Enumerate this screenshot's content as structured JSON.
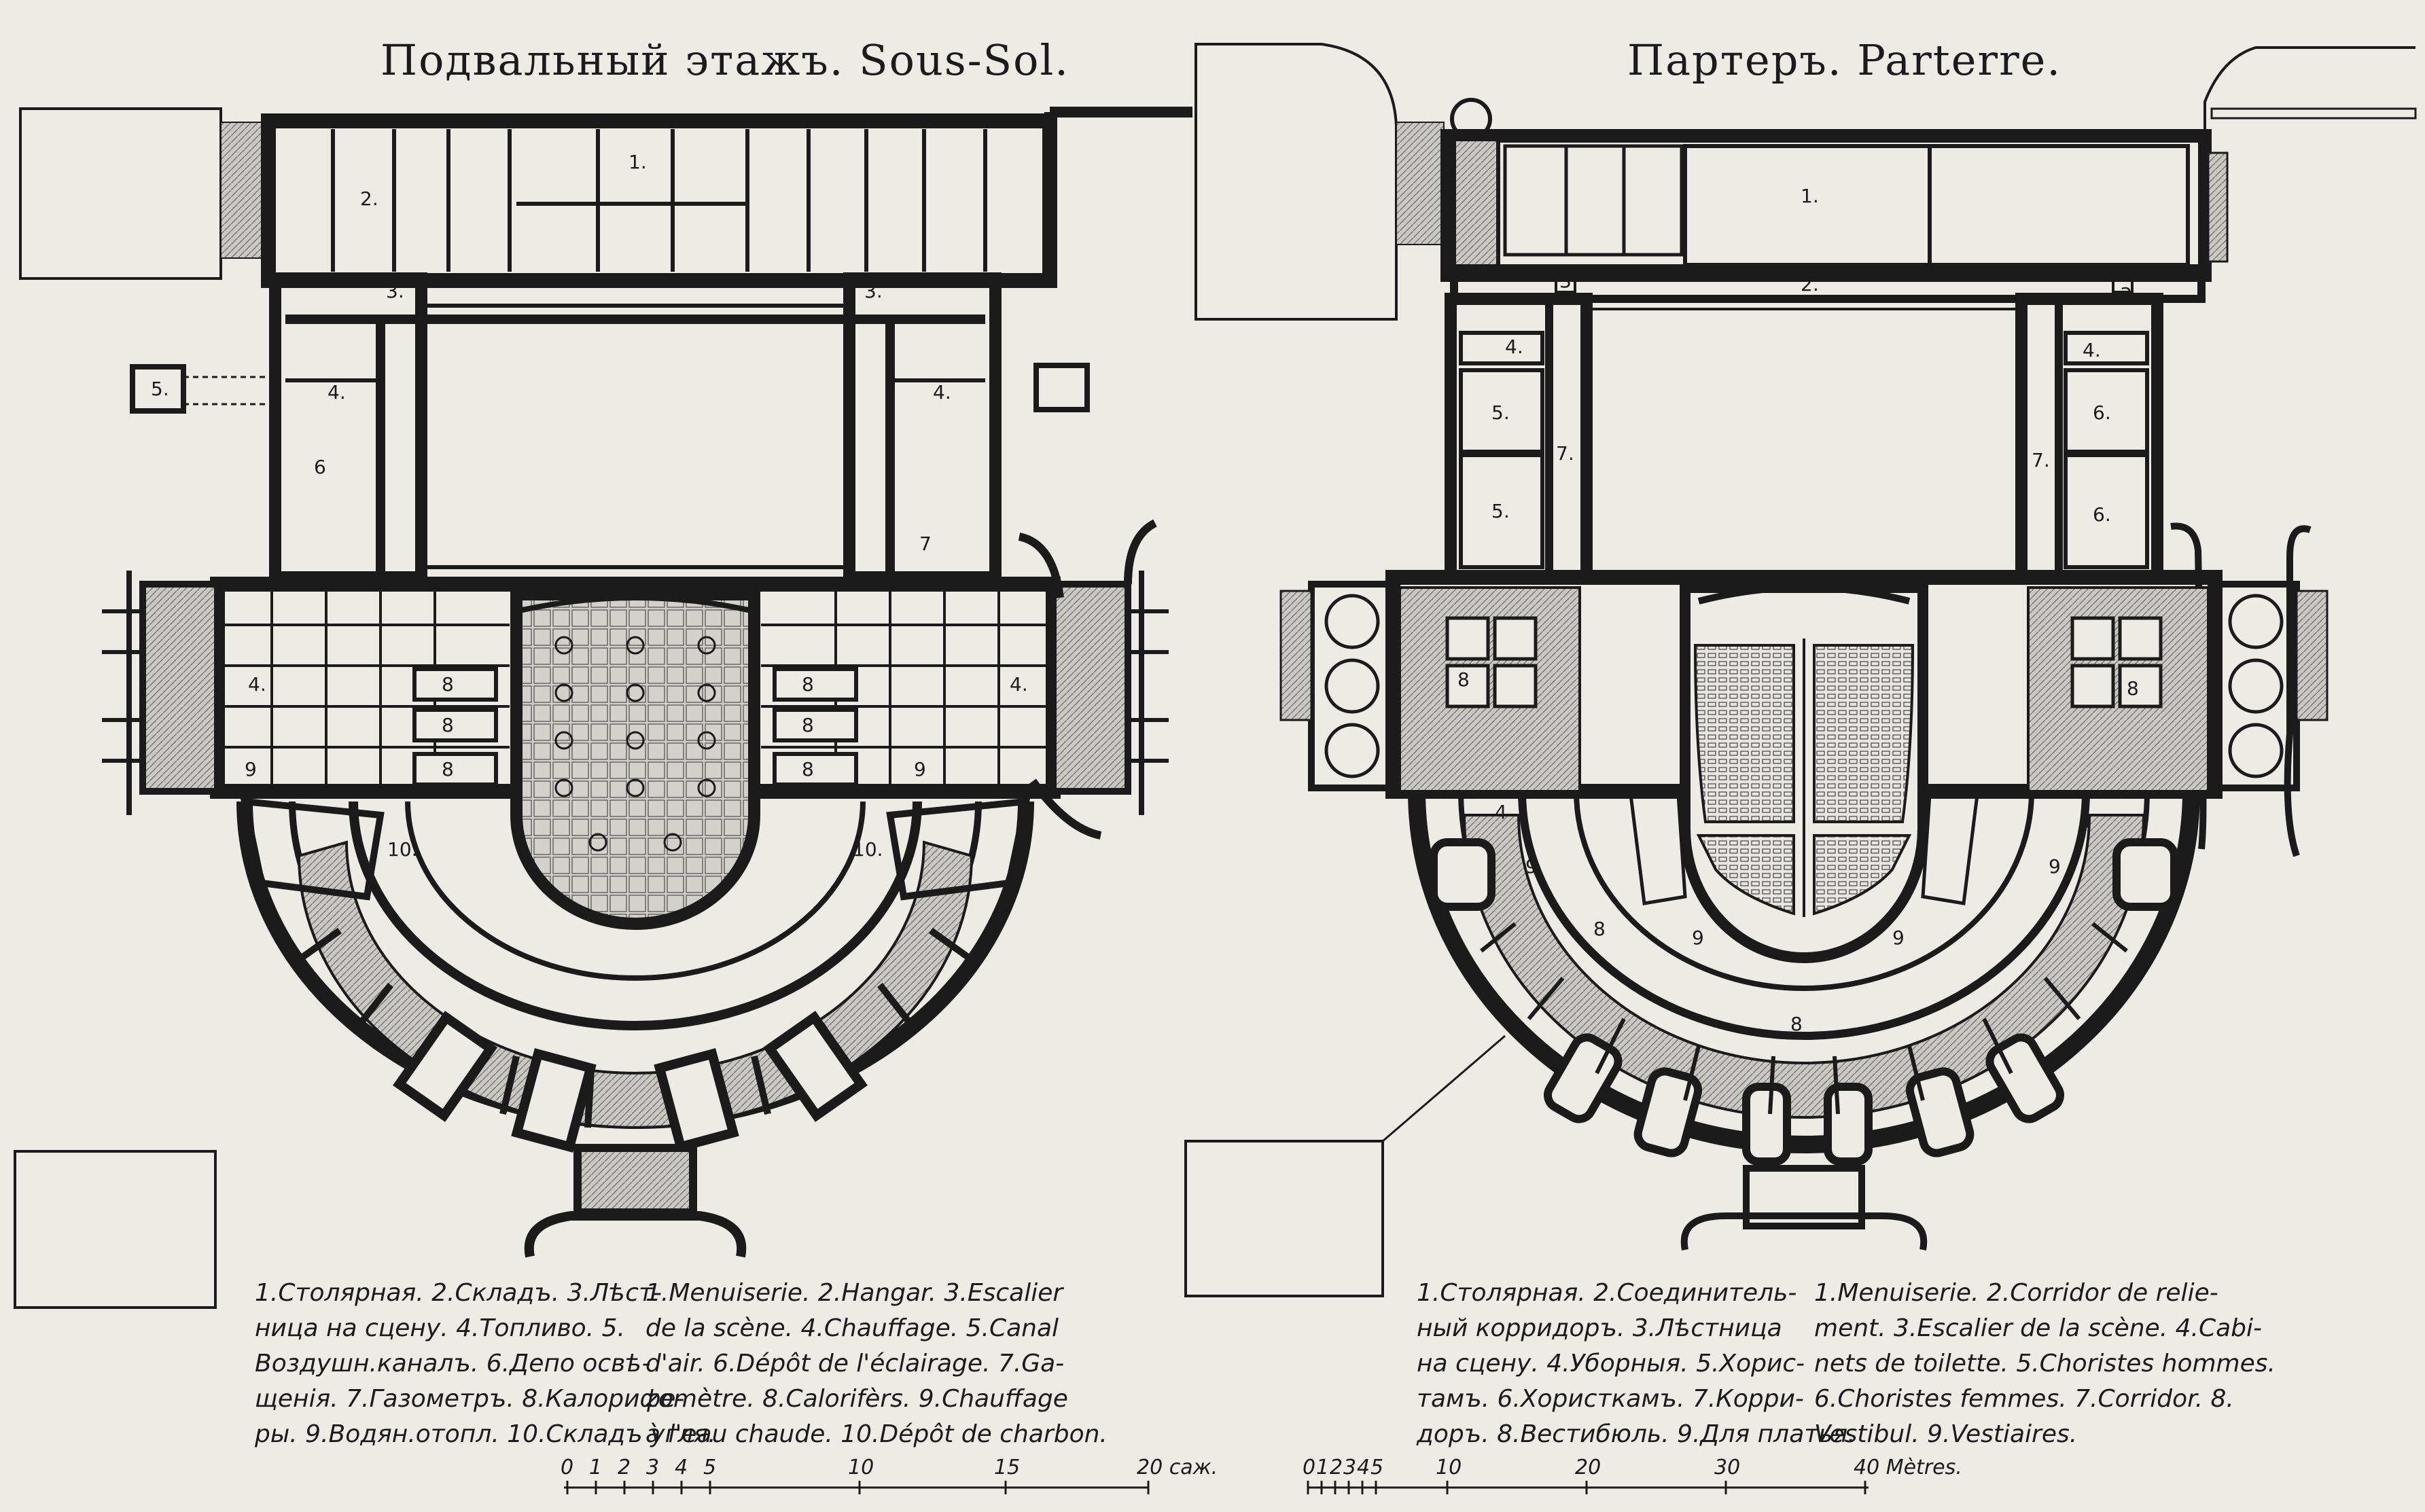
{
  "titles": {
    "left": "Подвальный этажъ. Sous-Sol.",
    "right": "Партеръ. Parterre."
  },
  "left_plan": {
    "room_labels": [
      "1.",
      "2.",
      "3.",
      "3.",
      "4.",
      "4.",
      "4.",
      "4.",
      "5.",
      "6",
      "7",
      "8",
      "8",
      "8",
      "8",
      "8",
      "8",
      "9",
      "9",
      "10.",
      "10."
    ]
  },
  "right_plan": {
    "room_labels": [
      "1.",
      "2.",
      "3",
      "3",
      "4.",
      "4.",
      "4",
      "4",
      "5.",
      "5.",
      "6.",
      "6.",
      "7.",
      "7.",
      "8",
      "8",
      "8",
      "8",
      "9",
      "9",
      "9",
      "9"
    ]
  },
  "legends": {
    "left_ru": [
      "1.Столярная. 2.Складъ. 3.Лѣст-",
      "ница на сцену. 4.Топливо. 5.",
      "Воздушн.каналъ. 6.Депо освѣ-",
      "щенія. 7.Газометръ. 8.Калорифе-",
      "ры. 9.Водян.отопл. 10.Складъ угля."
    ],
    "left_fr": [
      "1.Menuiserie. 2.Hangar. 3.Escalier",
      "de la scène. 4.Chauffage. 5.Canal",
      "d'air. 6.Dépôt de l'éclairage. 7.Ga-",
      "zomètre. 8.Calorifèrs. 9.Chauffage",
      "à l'eau chaude. 10.Dépôt de charbon."
    ],
    "right_ru": [
      "1.Столярная. 2.Соединитель-",
      "ный корридоръ. 3.Лѣстница",
      "на сцену. 4.Уборныя. 5.Хорис-",
      "тамъ. 6.Хористкамъ. 7.Корри-",
      "доръ. 8.Вестибюль. 9.Для платья."
    ],
    "right_fr": [
      "1.Menuiserie. 2.Corridor de relie-",
      "ment. 3.Escalier de la scène. 4.Cabi-",
      "nets de toilette. 5.Choristes hommes.",
      "6.Choristes femmes. 7.Corridor. 8.",
      "Vestibul. 9.Vestiaires."
    ]
  },
  "scales": {
    "left": {
      "ticks": [
        "0",
        "1",
        "2",
        "3",
        "4",
        "5",
        "10",
        "15",
        "20 саж."
      ]
    },
    "right": {
      "ticks": [
        "0",
        "1",
        "2",
        "3",
        "4",
        "5",
        "10",
        "20",
        "30",
        "40 Mètres."
      ]
    }
  },
  "colors": {
    "ink": "#1b1b1b",
    "paper": "#ecebe6",
    "hatch": "#9a9a96"
  }
}
